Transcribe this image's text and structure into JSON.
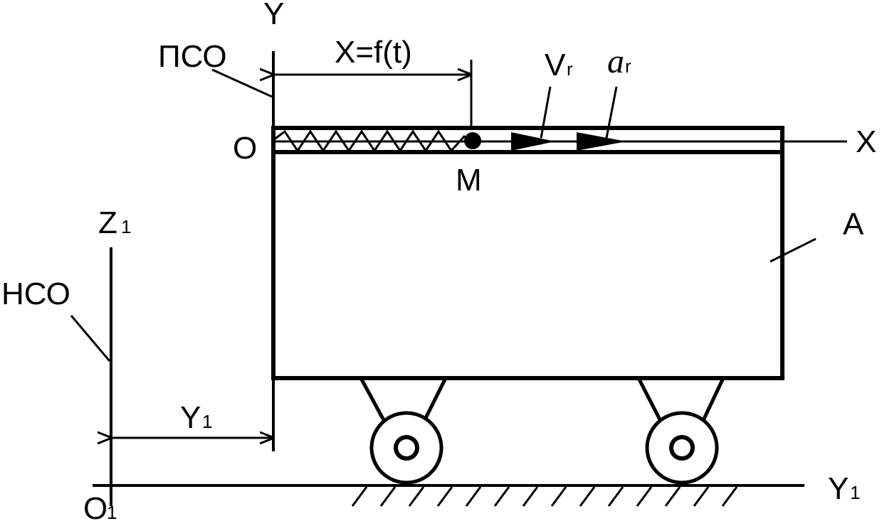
{
  "labels": {
    "axis_y": "Y",
    "axis_x": "X",
    "pso": "ПСО",
    "nso": "НСО",
    "x_law": "X=f(t)",
    "origin_o": "O",
    "point_m": "M",
    "velocity": "V",
    "velocity_sub": "r",
    "acceleration": "a",
    "acceleration_sub": "r",
    "body_a": "A",
    "axis_z1": "Z",
    "axis_z1_sub": "1",
    "dist_y1": "Y",
    "dist_y1_sub": "1",
    "axis_y1": "Y",
    "axis_y1_sub": "1",
    "origin_o1": "O",
    "origin_o1_sub": "1"
  }
}
